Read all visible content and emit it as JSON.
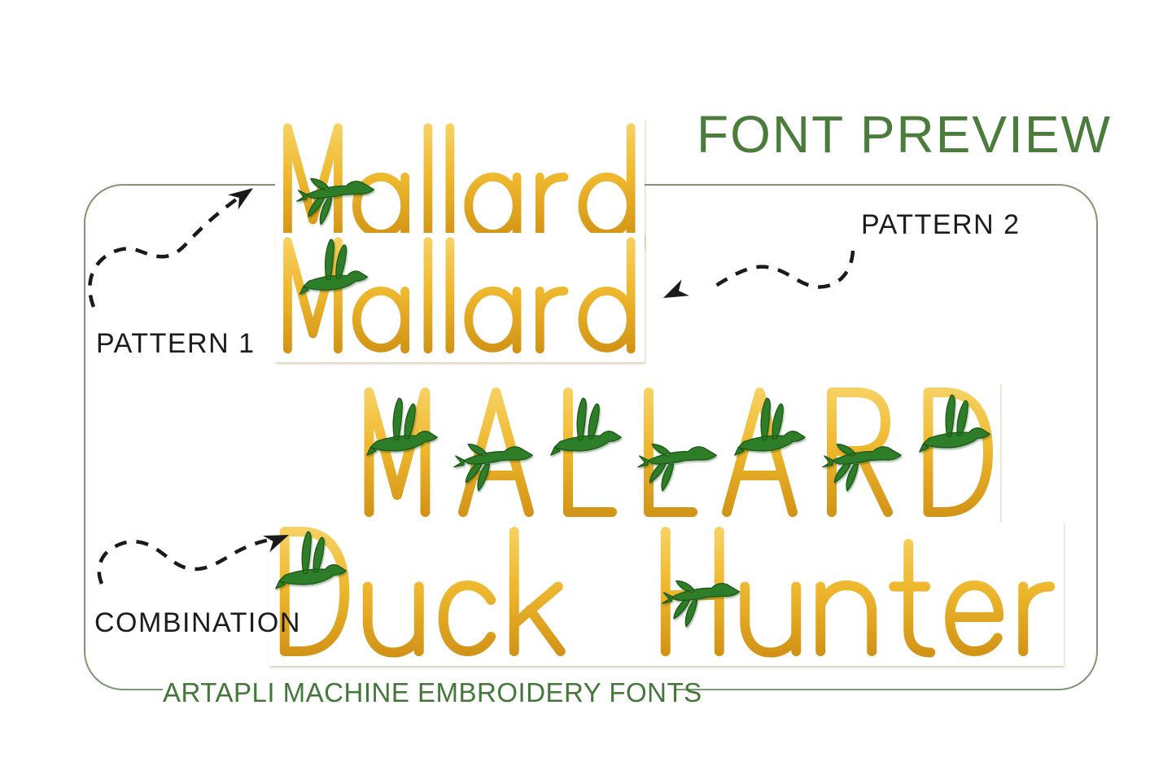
{
  "title": "FONT PREVIEW",
  "footer": "ARTAPLI MACHINE EMBROIDERY FONTS",
  "labels": {
    "pattern1": "PATTERN 1",
    "pattern2": "PATTERN 2",
    "combination": "COMBINATION"
  },
  "samples": {
    "mallard1": "Mallard",
    "mallard2": "Mallard",
    "mallard_caps": "MALLARD",
    "duck_hunter": "Duck Hunter"
  },
  "patterns": [
    {
      "label": "PATTERN 1",
      "sample": "Mallard",
      "duck_pose": "wings-down-gliding"
    },
    {
      "label": "PATTERN 2",
      "sample": "Mallard",
      "duck_pose": "wings-up-flying"
    },
    {
      "label": "COMBINATION",
      "sample": "MALLARD Duck Hunter",
      "duck_pose": "alternating"
    }
  ],
  "icons": {
    "duck_up": "duck-wings-up-icon",
    "duck_down": "duck-wings-down-icon",
    "arrow": "dashed-curved-arrow-icon"
  },
  "colors": {
    "gold": "#eeb82e",
    "gold_light": "#f7d468",
    "gold_dark": "#cd8d12",
    "duck_green": "#2e7d28",
    "duck_green_dark": "#1c5a17",
    "title_green": "#4a7c3b",
    "footer_green": "#44773a",
    "border_green": "#7e9770",
    "label_black": "#1c1c1c"
  }
}
